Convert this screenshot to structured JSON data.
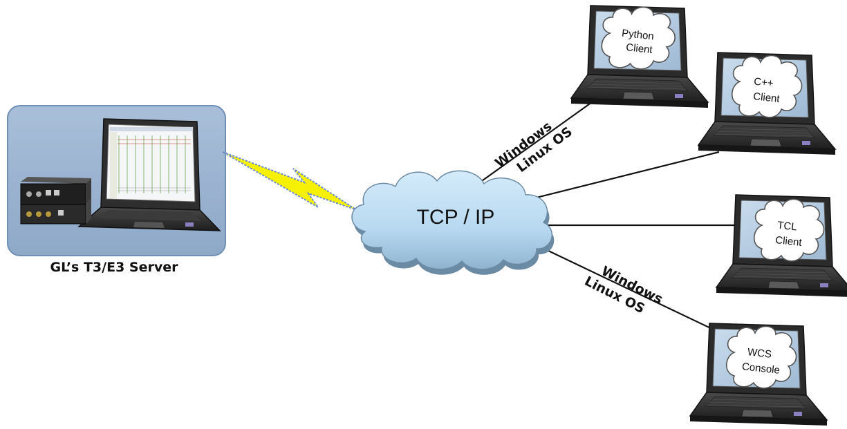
{
  "server": {
    "caption": "GL’s T3/E3 Server"
  },
  "network": {
    "label": "TCP / IP"
  },
  "os_labels": {
    "upper": {
      "line1": "Windows",
      "line2": "Linux OS"
    },
    "lower": {
      "line1": "Windows",
      "line2": "Linux OS"
    }
  },
  "clients": [
    {
      "line1": "Python",
      "line2": "Client"
    },
    {
      "line1": "C++",
      "line2": "Client"
    },
    {
      "line1": "TCL",
      "line2": "Client"
    },
    {
      "line1": "WCS",
      "line2": "Console"
    }
  ],
  "colors": {
    "server_panel_fill": "#9ab2cf",
    "server_panel_stroke": "#6f8fb5",
    "cloud_fill": "#bcdcf2",
    "cloud_shadow": "#6b8aa3",
    "laptop_body": "#2c2c2c",
    "laptop_screen": "#b7cde4",
    "lightning": "#f5f100",
    "lightning_stroke": "#6a8bd0"
  }
}
